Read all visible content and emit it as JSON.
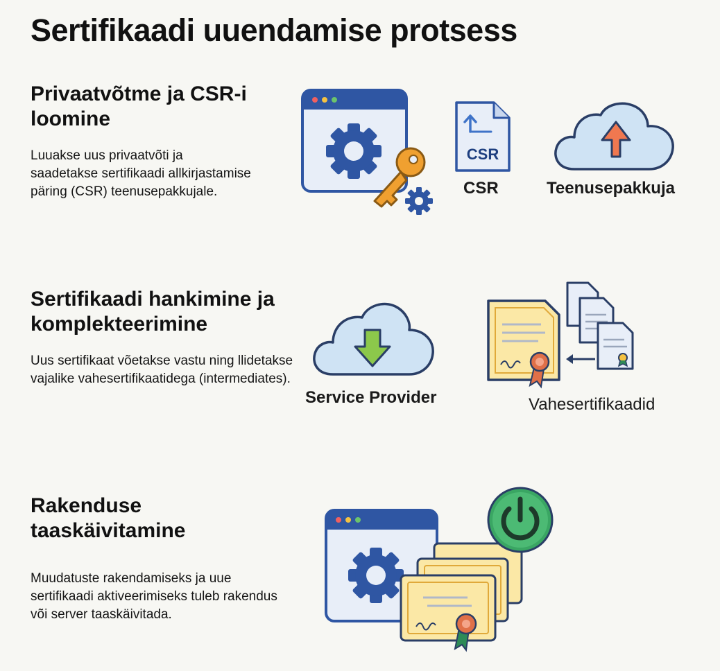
{
  "title": "Sertifikaadi uuendamise protsess",
  "steps": [
    {
      "heading": "Privaatvõtme ja CSR-i loomine",
      "text": "Luuakse uus privaatvõti ja saadetakse sertifikaadi allkirjastamise päring (CSR) teenusepakkujale.",
      "labels": {
        "csr": "CSR",
        "provider": "Teenusepakkuja"
      },
      "doc_text": "CSR",
      "icons": [
        "browser-window-icon",
        "gear-icon",
        "key-icon",
        "small-gear-icon",
        "csr-document-icon",
        "cloud-upload-icon"
      ]
    },
    {
      "heading": "Sertifikaadi hankimine ja komplekteerimine",
      "text": "Uus sertifikaat võetakse vastu ning llidetakse vajalike vahesertifikaatidega (intermediates).",
      "labels": {
        "provider": "Service Provider",
        "intermediates": "Vahesertifikaadid"
      },
      "icons": [
        "cloud-download-icon",
        "certificate-icon",
        "intermediate-certificates-icon",
        "arrow-left-icon"
      ]
    },
    {
      "heading": "Rakenduse taaskäivitamine",
      "text": "Muudatuste rakendamiseks ja uue sertifikaadi aktiveerimiseks tuleb rakendus või server taaskäivitada.",
      "icons": [
        "browser-window-icon",
        "gear-icon",
        "certificate-stack-icon",
        "power-icon"
      ]
    }
  ],
  "colors": {
    "window_bar": "#2f56a3",
    "window_body": "#e8eef8",
    "gear": "#2f56a3",
    "key": "#f0a030",
    "cloud": "#cfe3f4",
    "upload_arrow": "#f07850",
    "download_arrow": "#8cc84b",
    "certificate": "#fbe8a6",
    "power_green": "#3aa663",
    "seal": "#e07048"
  }
}
